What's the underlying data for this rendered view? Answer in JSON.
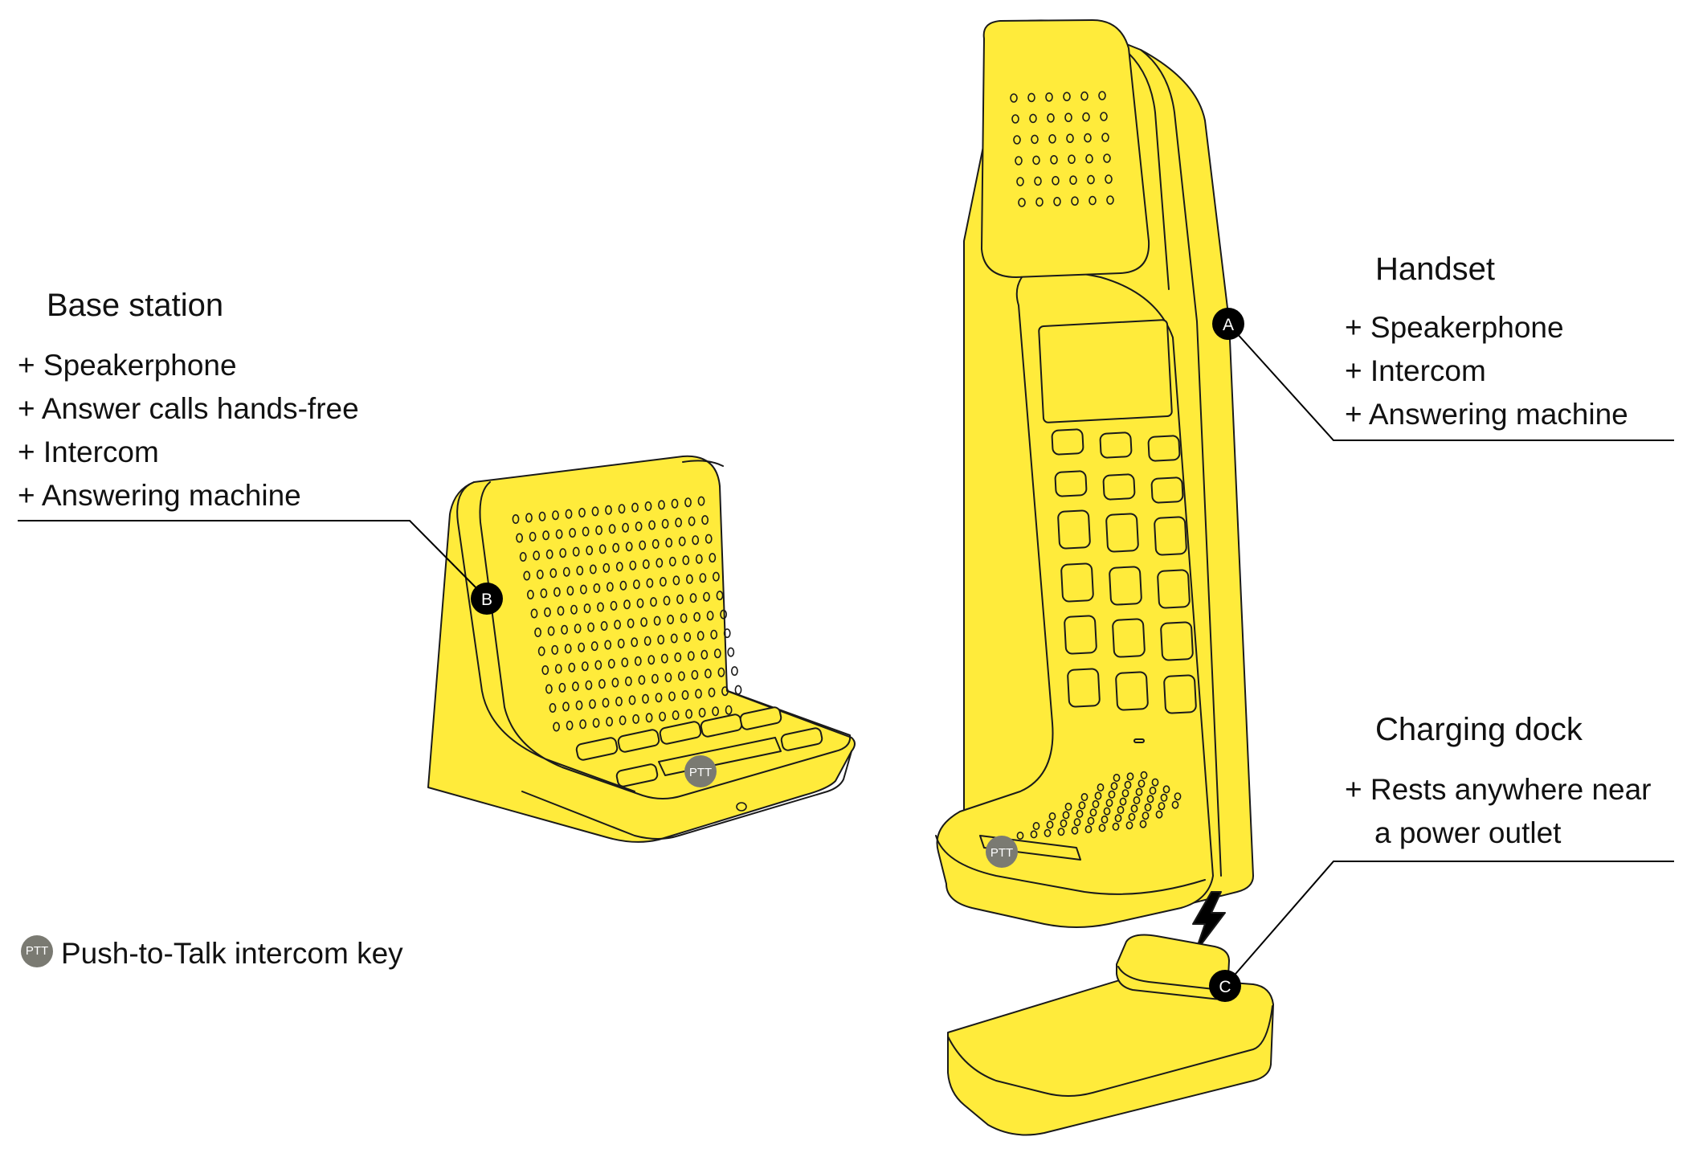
{
  "colors": {
    "device_fill": "#FFEB3B",
    "outline": "#1a1a1a",
    "callout": "#000000",
    "ptt_badge": "#7a7a72"
  },
  "callouts": {
    "handset": {
      "marker": "A",
      "title": "Handset",
      "items": [
        "+ Speakerphone",
        "+ Intercom",
        "+ Answering machine"
      ]
    },
    "base_station": {
      "marker": "B",
      "title": "Base station",
      "items": [
        "+ Speakerphone",
        "+ Answer calls hands-free",
        "+ Intercom",
        "+ Answering machine"
      ]
    },
    "charging_dock": {
      "marker": "C",
      "title": "Charging dock",
      "items": [
        "+ Rests anywhere near",
        "a power outlet"
      ]
    }
  },
  "ptt_label": "PTT",
  "legend": {
    "badge": "PTT",
    "text": "Push-to-Talk intercom key"
  }
}
